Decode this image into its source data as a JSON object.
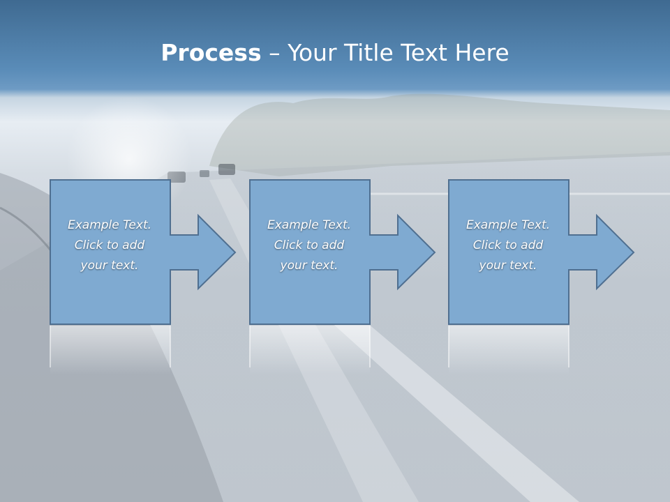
{
  "slide": {
    "title_bold": "Process",
    "title_dash": "–",
    "title_rest": "Your Title Text Here"
  },
  "steps": [
    {
      "line1": "Example Text.",
      "line2": "Click  to add",
      "line3": "your text."
    },
    {
      "line1": "Example Text.",
      "line2": "Click  to add",
      "line3": "your text."
    },
    {
      "line1": "Example Text.",
      "line2": "Click  to add",
      "line3": "your text."
    }
  ],
  "colors": {
    "box_fill": "#7faad1",
    "box_stroke": "#4f6f90",
    "title_bar": "#5a8cb8"
  }
}
